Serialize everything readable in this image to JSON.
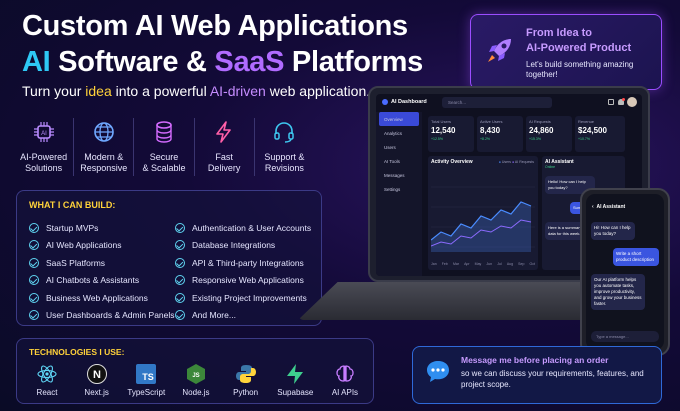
{
  "headline": {
    "line1": "Custom AI Web Applications",
    "line2_ai": "AI",
    "line2_software": " Software & ",
    "line2_saas": "SaaS",
    "line2_platforms": " Platforms",
    "sub_pre": "Turn your ",
    "sub_idea": "idea",
    "sub_mid": " into a powerful ",
    "sub_ai": "AI-driven",
    "sub_post": " web application."
  },
  "features": [
    {
      "icon": "chip-icon",
      "line1": "AI-Powered",
      "line2": "Solutions"
    },
    {
      "icon": "globe-icon",
      "line1": "Modern &",
      "line2": "Responsive"
    },
    {
      "icon": "database-icon",
      "line1": "Secure",
      "line2": "& Scalable"
    },
    {
      "icon": "lightning-icon",
      "line1": "Fast",
      "line2": "Delivery"
    },
    {
      "icon": "headset-icon",
      "line1": "Support &",
      "line2": "Revisions"
    }
  ],
  "build": {
    "title": "WHAT I CAN BUILD:",
    "left": [
      "Startup MVPs",
      "AI Web Applications",
      "SaaS Platforms",
      "AI Chatbots & Assistants",
      "Business Web Applications",
      "User Dashboards & Admin Panels"
    ],
    "right": [
      "Authentication & User Accounts",
      "Database Integrations",
      "API & Third-party Integrations",
      "Responsive Web Applications",
      "Existing Project Improvements",
      "And More..."
    ]
  },
  "tech": {
    "title": "TECHNOLOGIES I USE:",
    "items": [
      "React",
      "Next.js",
      "TypeScript",
      "Node.js",
      "Python",
      "Supabase",
      "AI APIs"
    ]
  },
  "promo": {
    "line1": "From Idea to",
    "line2": "AI-Powered Product",
    "line3": "Let's build something amazing together!"
  },
  "message": {
    "title": "Message me before placing an order",
    "body": "so we can discuss your requirements, features, and project scope."
  },
  "dashboard": {
    "title": "AI Dashboard",
    "search": "Search...",
    "nav": [
      "Overview",
      "Analytics",
      "Users",
      "AI Tools",
      "Messages",
      "Settings"
    ],
    "stats": [
      {
        "label": "Total Users",
        "value": "12,540",
        "change": "+12.5%"
      },
      {
        "label": "Active Users",
        "value": "8,430",
        "change": "+8.2%"
      },
      {
        "label": "AI Requests",
        "value": "24,860",
        "change": "+15.3%"
      },
      {
        "label": "Revenue",
        "value": "$24,500",
        "change": "+10.7%"
      }
    ],
    "chart_title": "Activity Overview",
    "legend": [
      "Users",
      "AI Requests"
    ],
    "months": [
      "Jan",
      "Feb",
      "Mar",
      "Apr",
      "May",
      "Jun",
      "Jul",
      "Aug",
      "Sep",
      "Oct"
    ],
    "assistant_title": "AI Assistant",
    "assistant_status": "Online",
    "assistant_greeting": "Hello! How can I help you today?",
    "assistant_user": "Summarize this data",
    "assistant_reply": "Here is a summary of your data for this week."
  },
  "phone": {
    "title": "AI Assistant",
    "greet": "Hi! How can I help you today?",
    "user": "Write a short product description",
    "reply": "Our AI platform helps you automate tasks, improve productivity, and grow your business faster.",
    "input": "Type a message..."
  }
}
